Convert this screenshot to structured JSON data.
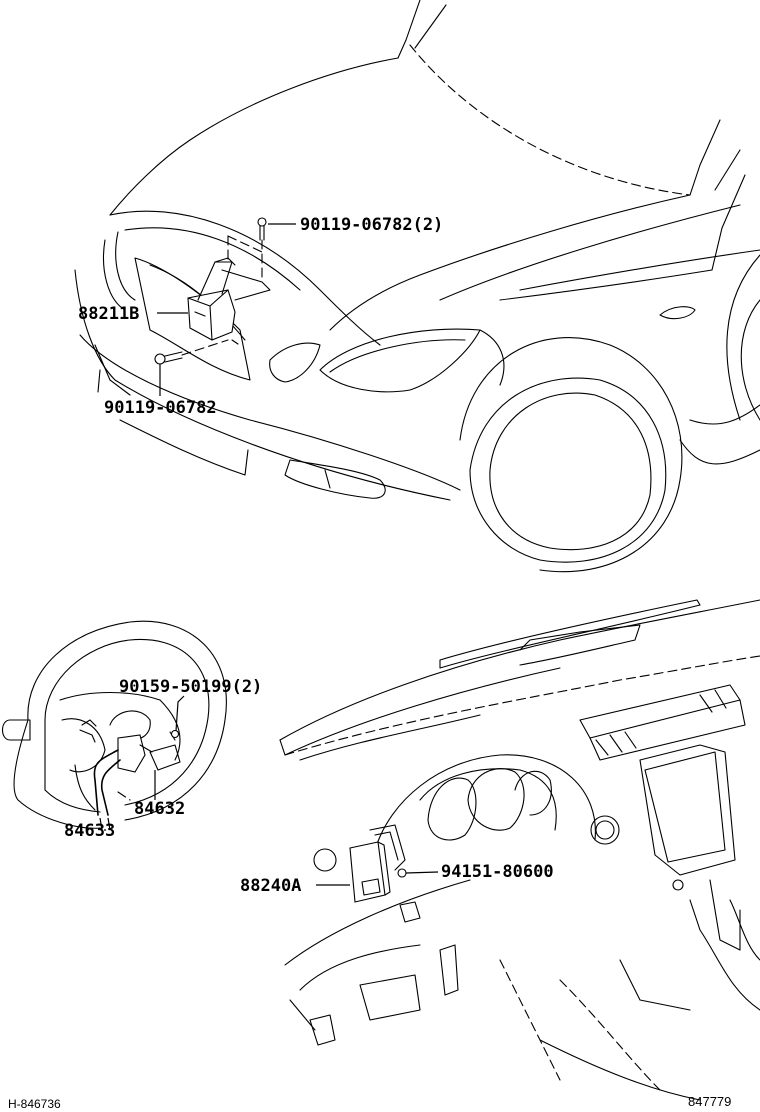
{
  "labels": {
    "p1": "90119-06782(2)",
    "p2": "88211B",
    "p3": "90119-06782",
    "p4": "90159-50199(2)",
    "p5": "84632",
    "p6": "84633",
    "p7": "94151-80600",
    "p8": "88240A"
  },
  "footer": {
    "left_code": "H-846736",
    "right_code": "847779"
  }
}
